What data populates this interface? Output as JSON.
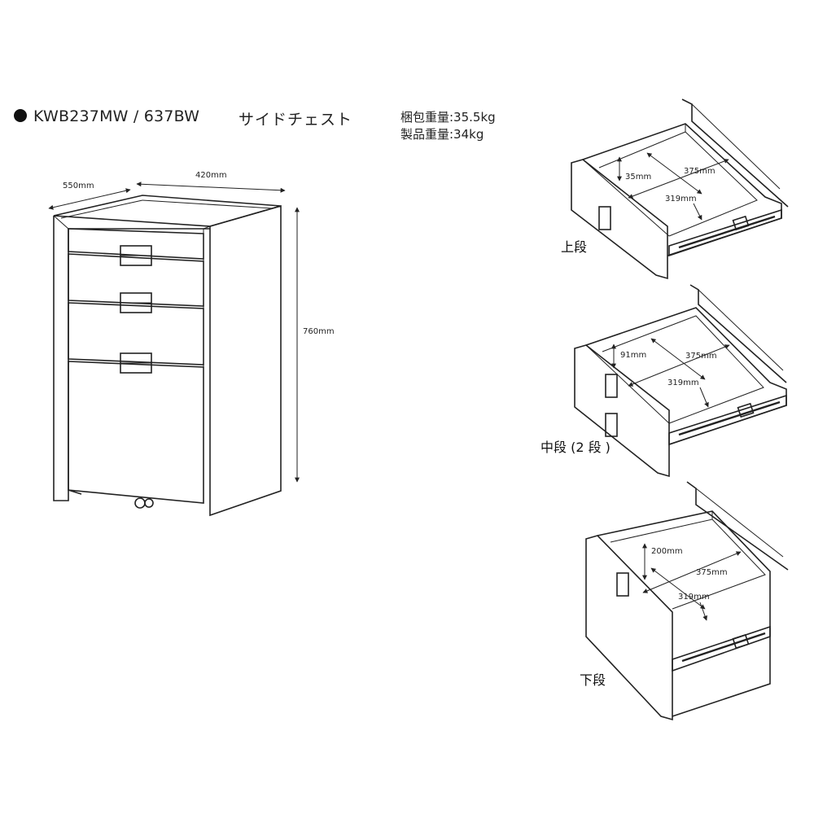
{
  "header": {
    "model": "KWB237MW / 637BW",
    "product_name": "サイドチェスト",
    "package_weight": "梱包重量:35.5kg",
    "product_weight": "製品重量:34kg"
  },
  "chest": {
    "depth": "550mm",
    "width": "420mm",
    "height": "760mm"
  },
  "drawers": [
    {
      "label": "上段",
      "height": "35mm",
      "depth": "375mm",
      "width": "319mm"
    },
    {
      "label": "中段 (2 段 )",
      "height": "91mm",
      "depth": "375mm",
      "width": "319mm"
    },
    {
      "label": "下段",
      "height": "200mm",
      "depth": "375mm",
      "width": "319mm"
    }
  ],
  "colors": {
    "line": "#222222",
    "bullet": "#111111"
  }
}
